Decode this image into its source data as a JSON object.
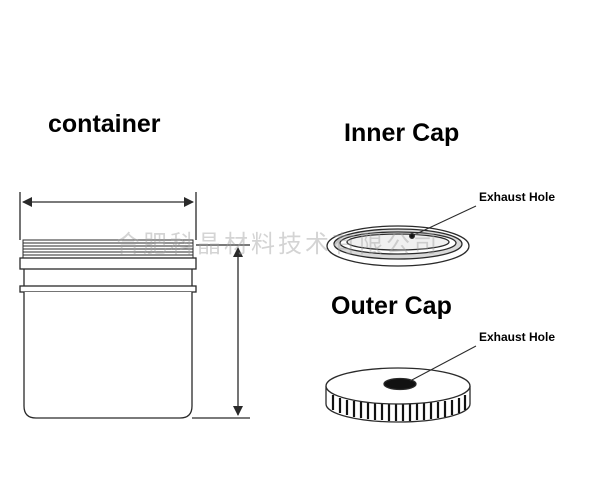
{
  "labels": {
    "container": "container",
    "inner_cap": "Inner Cap",
    "outer_cap": "Outer Cap",
    "inner_exhaust": "Exhaust Hole",
    "outer_exhaust": "Exhaust Hole"
  },
  "watermark": "合肥科晶材料技术有限公司",
  "colors": {
    "line": "#2a2a2a",
    "cap_dark": "#111111",
    "background": "#ffffff"
  }
}
